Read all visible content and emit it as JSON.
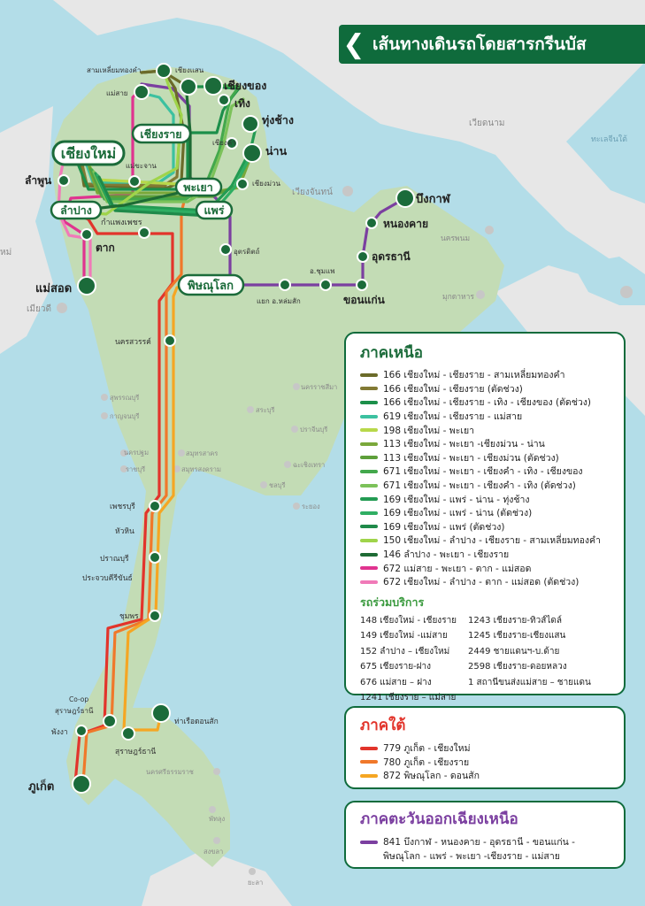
{
  "title": "เส้นทางเดินรถโดยสารกรีนบัส",
  "colors": {
    "brand": "#0f6b3c",
    "sea": "#b3dde8",
    "thai_land": "#c3dcb5",
    "neighbor_land": "#e7e7e7",
    "north": "#0f6b3c",
    "south": "#e8402f",
    "northeast": "#7b3fa0"
  },
  "map": {
    "country_labels": [
      "เวียดนาม",
      "ทะเลจีนใต้",
      "เวียงจันทน์",
      "นครพนม",
      "มุกดาหาร",
      "เมียวดี",
      "หม่"
    ],
    "major_stations": {
      "chiangmai": "เชียงใหม่",
      "chiangrai": "เชียงราย",
      "phayao": "พะเยา",
      "phrae": "แพร่",
      "lampang": "ลำปาง",
      "phitsanulok": "พิษณุโลก"
    },
    "stations": {
      "sam_liam": "สามเหลี่ยมทองคำ",
      "chiang_saen": "เชียงแสน",
      "mae_sai": "แม่สาย",
      "chiang_khong": "เชียงของ",
      "thoeng": "เทิง",
      "thung_chang": "ทุ่งช้าง",
      "chiang_kham": "เชียงคำ",
      "nan": "น่าน",
      "mae_khachan": "แม่ขะจาน",
      "chiang_muan": "เชียงม่วน",
      "lamphun": "ลำพูน",
      "kamphaeng_phet": "กำแพงเพชร",
      "tak": "ตาก",
      "mae_sot": "แม่สอด",
      "uttaradit": "อุตรดิตถ์",
      "bueng_kan": "บึงกาฬ",
      "nong_khai": "หนองคาย",
      "udon": "อุดรธานี",
      "chumphae": "อ.ชุมแพ",
      "khon_kaen": "ขอนแก่น",
      "lom_sak": "แยก อ.หล่มสัก",
      "nakhon_sawan": "นครสวรรค์",
      "phetchaburi": "เพชรบุรี",
      "hua_hin": "หัวหิน",
      "pranburi": "ปราณบุรี",
      "prachuap": "ประจวบคีรีขันธ์",
      "chumphon": "ชุมพร",
      "coop_surat": "Co-op\nสุราษฎร์ธานี",
      "phangnga": "พังงา",
      "surat": "สุราษฎร์ธานี",
      "don_sak": "ท่าเรือดอนสัก",
      "phuket": "ภูเก็ต"
    },
    "province_labels": [
      "สุพรรณบุรี",
      "กาญจนบุรี",
      "นครปฐม",
      "ราชบุรี",
      "สมุทรสาคร",
      "สมุทรสงคราม",
      "นครราชสีมา",
      "สระบุรี",
      "ปราจีนบุรี",
      "ฉะเชิงเทรา",
      "ชลบุรี",
      "ระยอง",
      "นครศรีธรรมราช",
      "พัทลุง",
      "สงขลา",
      "ยะลา"
    ]
  },
  "legend": {
    "north": {
      "heading": "ภาคเหนือ",
      "routes": [
        {
          "label": "166 เชียงใหม่ - เชียงราย - สามเหลี่ยมทองคำ",
          "color": "#6b6b2a"
        },
        {
          "label": "166 เชียงใหม่ - เชียงราย (ตัดช่วง)",
          "color": "#827a34"
        },
        {
          "label": "166 เชียงใหม่ - เชียงราย - เทิง - เชียงของ (ตัดช่วง)",
          "color": "#1c8f4a"
        },
        {
          "label": "619 เชียงใหม่ - เชียงราย - แม่สาย",
          "color": "#3cc1a0"
        },
        {
          "label": "198 เชียงใหม่ - พะเยา",
          "color": "#b8d84a"
        },
        {
          "label": "113 เชียงใหม่ - พะเยา -เชียงม่วน - น่าน",
          "color": "#7aa83a"
        },
        {
          "label": "113 เชียงใหม่ - พะเยา - เชียงม่วน (ตัดช่วง)",
          "color": "#5d9f3a"
        },
        {
          "label": "671 เชียงใหม่ - พะเยา - เชียงคำ - เทิง - เชียงของ",
          "color": "#43a84c"
        },
        {
          "label": "671 เชียงใหม่ - พะเยา - เชียงคำ - เทิง (ตัดช่วง)",
          "color": "#7cc25a"
        },
        {
          "label": "169 เชียงใหม่ - แพร่ - น่าน - ทุ่งช้าง",
          "color": "#239b53"
        },
        {
          "label": "169 เชียงใหม่ - แพร่ - น่าน (ตัดช่วง)",
          "color": "#2fae63"
        },
        {
          "label": "169 เชียงใหม่ - แพร่ (ตัดช่วง)",
          "color": "#1f8a4a"
        },
        {
          "label": "150 เชียงใหม่ - ลำปาง - เชียงราย - สามเหลี่ยมทองคำ",
          "color": "#9fd44a"
        },
        {
          "label": "146 ลำปาง - พะเยา - เชียงราย",
          "color": "#1e6b34"
        },
        {
          "label": "672 แม่สาย - พะเยา - ตาก - แม่สอด",
          "color": "#e0338f"
        },
        {
          "label": "672 เชียงใหม่ - ลำปาง - ตาก - แม่สอด (ตัดช่วง)",
          "color": "#f07ab8"
        }
      ],
      "joint_heading": "รถร่วมบริการ",
      "joint_routes": [
        "148 เชียงใหม่ - เชียงราย",
        "1243 เชียงราย-ทิวส์ไดล์",
        "149 เชียงใหม่ -แม่สาย",
        "1245 เชียงราย-เชียงแสน",
        "152 ลำปาง – เชียงใหม่",
        "2449 ชายแดนฯ-บ.ด้าย",
        "675 เชียงราย-ฝาง",
        "2598 เชียงราย-ดอยหลวง",
        "676 แม่สาย – ฝาง",
        "1 สถานีขนส่งแม่สาย – ชายแดน",
        "1241 เชียงราย – แม่สาย",
        ""
      ]
    },
    "south": {
      "heading": "ภาคใต้",
      "routes": [
        {
          "label": "779 ภูเก็ต - เชียงใหม่",
          "color": "#e2342b"
        },
        {
          "label": "780 ภูเก็ต - เชียงราย",
          "color": "#f0782a"
        },
        {
          "label": "872 พิษณุโลก - ดอนสัก",
          "color": "#f5a623"
        }
      ]
    },
    "northeast": {
      "heading": "ภาคตะวันออกเฉียงเหนือ",
      "route_line1": "841 บึงกาฬ - หนองคาย - อุดรธานี - ขอนแก่น -",
      "route_line2": "พิษณุโลก - แพร่ - พะเยา -เชียงราย - แม่สาย",
      "color": "#7b3fa0"
    }
  }
}
